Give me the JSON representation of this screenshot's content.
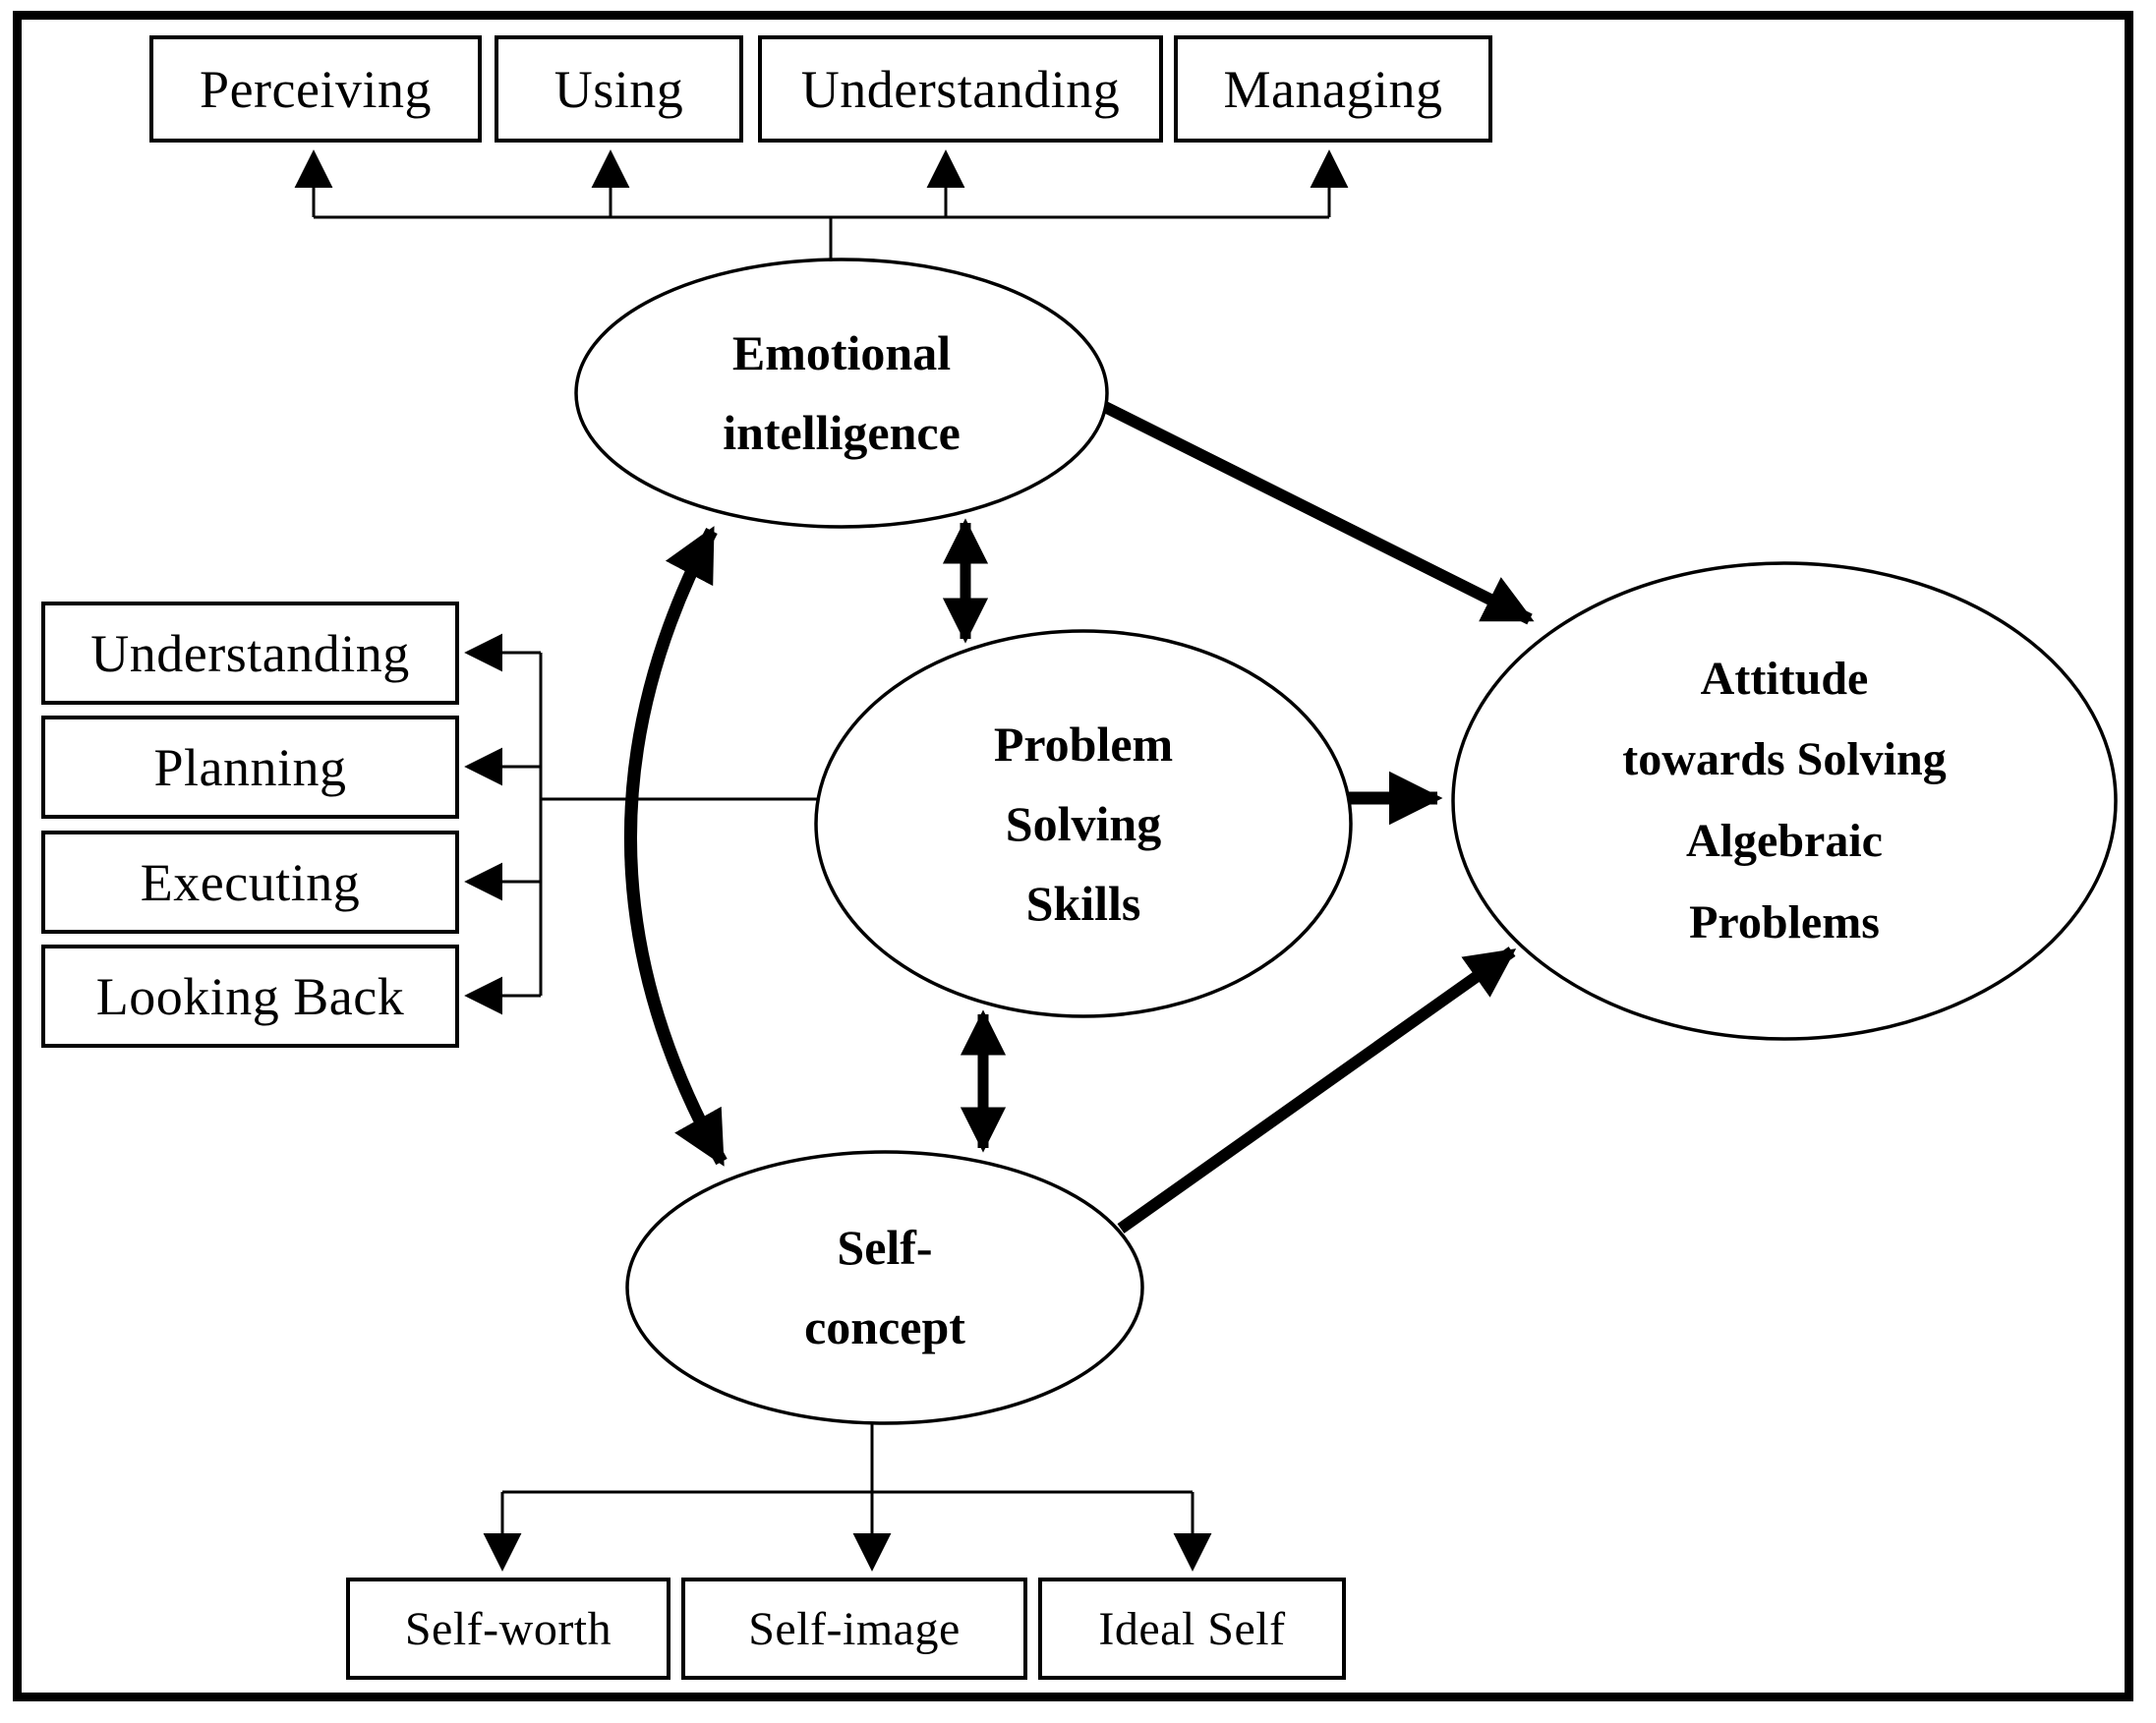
{
  "diagram": {
    "nodes": {
      "emotional_intelligence": {
        "lines": [
          "Emotional",
          "intelligence"
        ]
      },
      "problem_solving_skills": {
        "lines": [
          "Problem",
          "Solving",
          "Skills"
        ]
      },
      "self_concept": {
        "lines": [
          "Self-",
          "concept"
        ]
      },
      "attitude": {
        "lines": [
          "Attitude",
          "towards Solving",
          "Algebraic",
          "Problems"
        ]
      }
    },
    "top_boxes": [
      {
        "label": "Perceiving"
      },
      {
        "label": "Using"
      },
      {
        "label": "Understanding"
      },
      {
        "label": "Managing"
      }
    ],
    "left_boxes": [
      {
        "label": "Understanding"
      },
      {
        "label": "Planning"
      },
      {
        "label": "Executing"
      },
      {
        "label": "Looking Back"
      }
    ],
    "bottom_boxes": [
      {
        "label": "Self-worth"
      },
      {
        "label": "Self-image"
      },
      {
        "label": "Ideal Self"
      }
    ],
    "edges": [
      {
        "from": "Emotional intelligence",
        "to": "Perceiving",
        "style": "thin-arrow"
      },
      {
        "from": "Emotional intelligence",
        "to": "Using",
        "style": "thin-arrow"
      },
      {
        "from": "Emotional intelligence",
        "to": "Understanding (top)",
        "style": "thin-arrow"
      },
      {
        "from": "Emotional intelligence",
        "to": "Managing",
        "style": "thin-arrow"
      },
      {
        "from": "Problem Solving Skills",
        "to": "Understanding (left)",
        "style": "thin-arrow"
      },
      {
        "from": "Problem Solving Skills",
        "to": "Planning",
        "style": "thin-arrow"
      },
      {
        "from": "Problem Solving Skills",
        "to": "Executing",
        "style": "thin-arrow"
      },
      {
        "from": "Problem Solving Skills",
        "to": "Looking Back",
        "style": "thin-arrow"
      },
      {
        "from": "Self-concept",
        "to": "Self-worth",
        "style": "thin-arrow"
      },
      {
        "from": "Self-concept",
        "to": "Self-image",
        "style": "thin-arrow"
      },
      {
        "from": "Self-concept",
        "to": "Ideal Self",
        "style": "thin-arrow"
      },
      {
        "from": "Emotional intelligence",
        "to": "Attitude towards Solving Algebraic Problems",
        "style": "thick-arrow"
      },
      {
        "from": "Problem Solving Skills",
        "to": "Attitude towards Solving Algebraic Problems",
        "style": "thick-arrow"
      },
      {
        "from": "Self-concept",
        "to": "Attitude towards Solving Algebraic Problems",
        "style": "thick-arrow"
      },
      {
        "from": "Emotional intelligence",
        "to": "Problem Solving Skills",
        "style": "thick-double-arrow"
      },
      {
        "from": "Problem Solving Skills",
        "to": "Self-concept",
        "style": "thick-double-arrow"
      },
      {
        "from": "Emotional intelligence",
        "to": "Self-concept",
        "style": "thick-curved-double-arrow"
      }
    ],
    "colors": {
      "ink": "#000000",
      "paper": "#ffffff"
    }
  }
}
